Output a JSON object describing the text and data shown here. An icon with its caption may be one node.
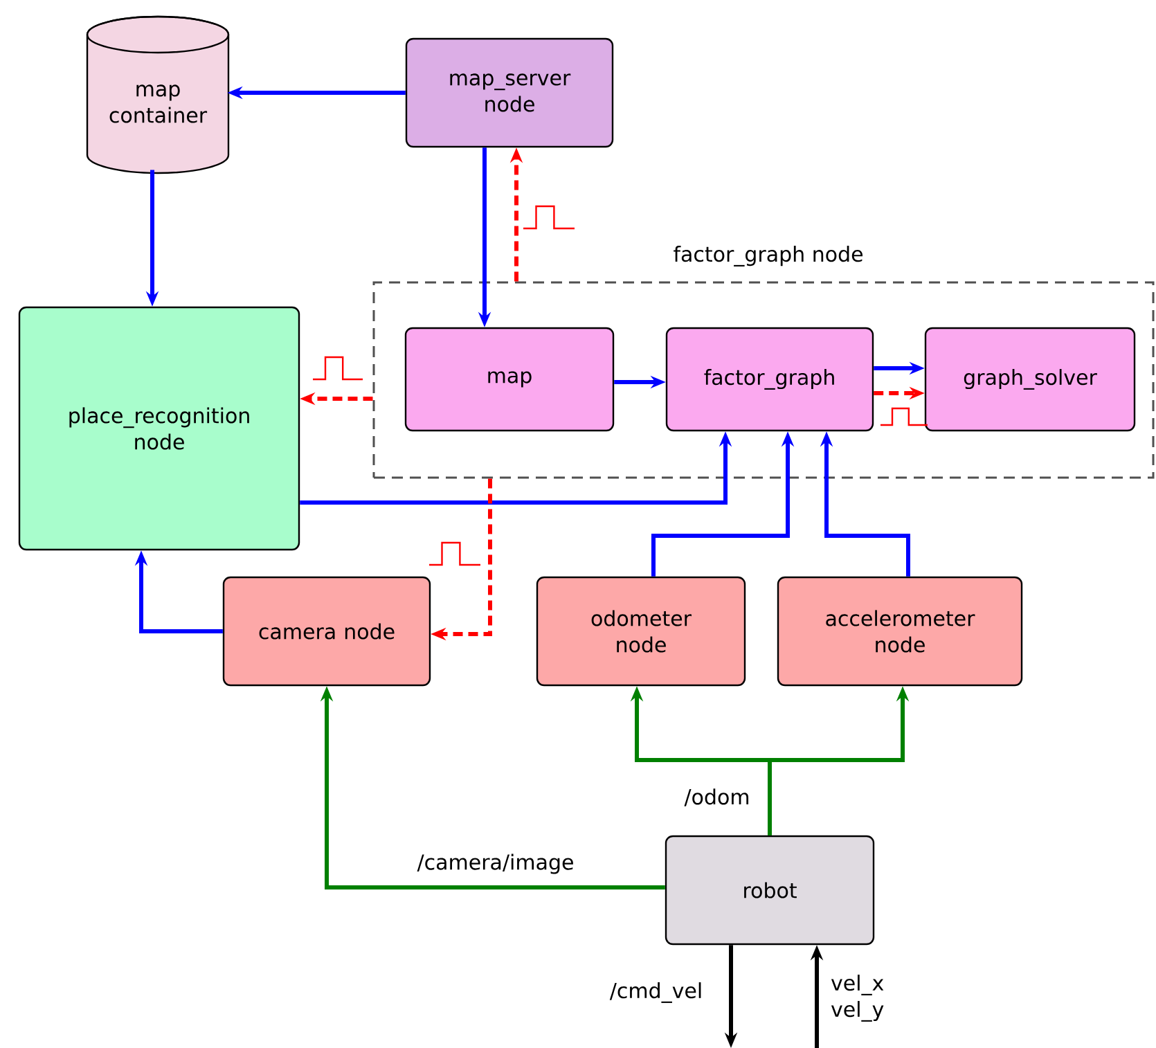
{
  "diagram": {
    "nodes": [
      {
        "text": [
          "map container"
        ]
      },
      {
        "text": [
          "map_server node"
        ]
      },
      {
        "text": [
          "factor_graph node"
        ]
      },
      {
        "text": [
          "map"
        ],
        "in": 2
      },
      {
        "text": [
          "factor_graph"
        ],
        "in": 2
      },
      {
        "text": [
          "graph_solver"
        ],
        "in": 2
      },
      {
        "text": [
          "place_recognition node"
        ]
      },
      {
        "text": [
          "camera node"
        ]
      },
      {
        "text": [
          "odometer node"
        ]
      },
      {
        "text": [
          "accelerometer node"
        ]
      },
      {
        "text": [
          "robot"
        ]
      }
    ],
    "edges": [
      {
        "from": 1,
        "to": 0,
        "arrow": "to"
      },
      {
        "from": 0,
        "to": 6,
        "arrow": "to"
      },
      {
        "from": 1,
        "to": 3,
        "arrow": "to"
      },
      {
        "from": 2,
        "to": 1,
        "arrow": "to",
        "style": "dashed",
        "color": "#ff0000"
      },
      {
        "from": 2,
        "to": 6,
        "arrow": "to",
        "style": "dashed",
        "color": "#ff0000"
      },
      {
        "from": 3,
        "to": 4,
        "arrow": "to"
      },
      {
        "from": 4,
        "to": 5,
        "arrow": "to"
      },
      {
        "from": 4,
        "to": 5,
        "arrow": "to",
        "style": "dashed",
        "color": "#ff0000"
      },
      {
        "from": 6,
        "to": 4,
        "arrow": "to"
      },
      {
        "from": 8,
        "to": 4,
        "arrow": "to"
      },
      {
        "from": 9,
        "to": 4,
        "arrow": "to"
      },
      {
        "from": 7,
        "to": 6,
        "arrow": "to"
      },
      {
        "from": 2,
        "to": 7,
        "arrow": "to",
        "style": "dashed",
        "color": "#ff0000"
      },
      {
        "from": 10,
        "to": 7,
        "arrow": "to",
        "label": "/camera/image",
        "color": "#008000"
      },
      {
        "from": 10,
        "to": 8,
        "arrow": "to",
        "label": "/odom",
        "color": "#008000"
      },
      {
        "from": 10,
        "to": 9,
        "arrow": "to",
        "color": "#008000"
      },
      {
        "from": 10,
        "to": null,
        "arrow": "to",
        "label": "/cmd_vel",
        "color": "#000000"
      },
      {
        "from": null,
        "to": 10,
        "arrow": "to",
        "label": "vel_x vel_y",
        "color": "#000000"
      }
    ]
  }
}
